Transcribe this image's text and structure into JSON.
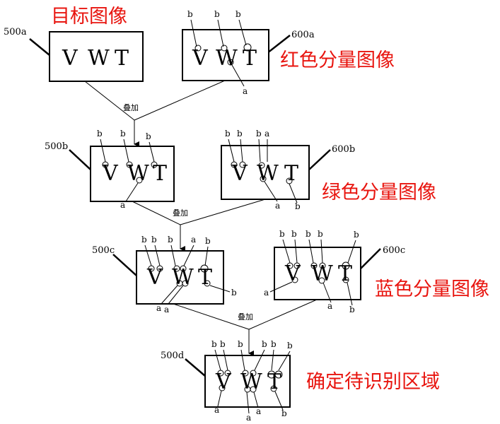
{
  "captions": {
    "target": "目标图像",
    "red": "红色分量图像",
    "green": "绿色分量图像",
    "blue": "蓝色分量图像",
    "result": "确定待识别区域"
  },
  "labels": {
    "box_500a": "500a",
    "box_600a": "600a",
    "box_500b": "500b",
    "box_600b": "600b",
    "box_500c": "500c",
    "box_600c": "600c",
    "box_500d": "500d"
  },
  "overlay_label": "叠加",
  "letters": {
    "v": "V",
    "w": "W",
    "t": "T"
  },
  "marks": {
    "b": "b",
    "a": "a"
  },
  "colors": {
    "caption": "#e8150f",
    "line": "#000000"
  }
}
